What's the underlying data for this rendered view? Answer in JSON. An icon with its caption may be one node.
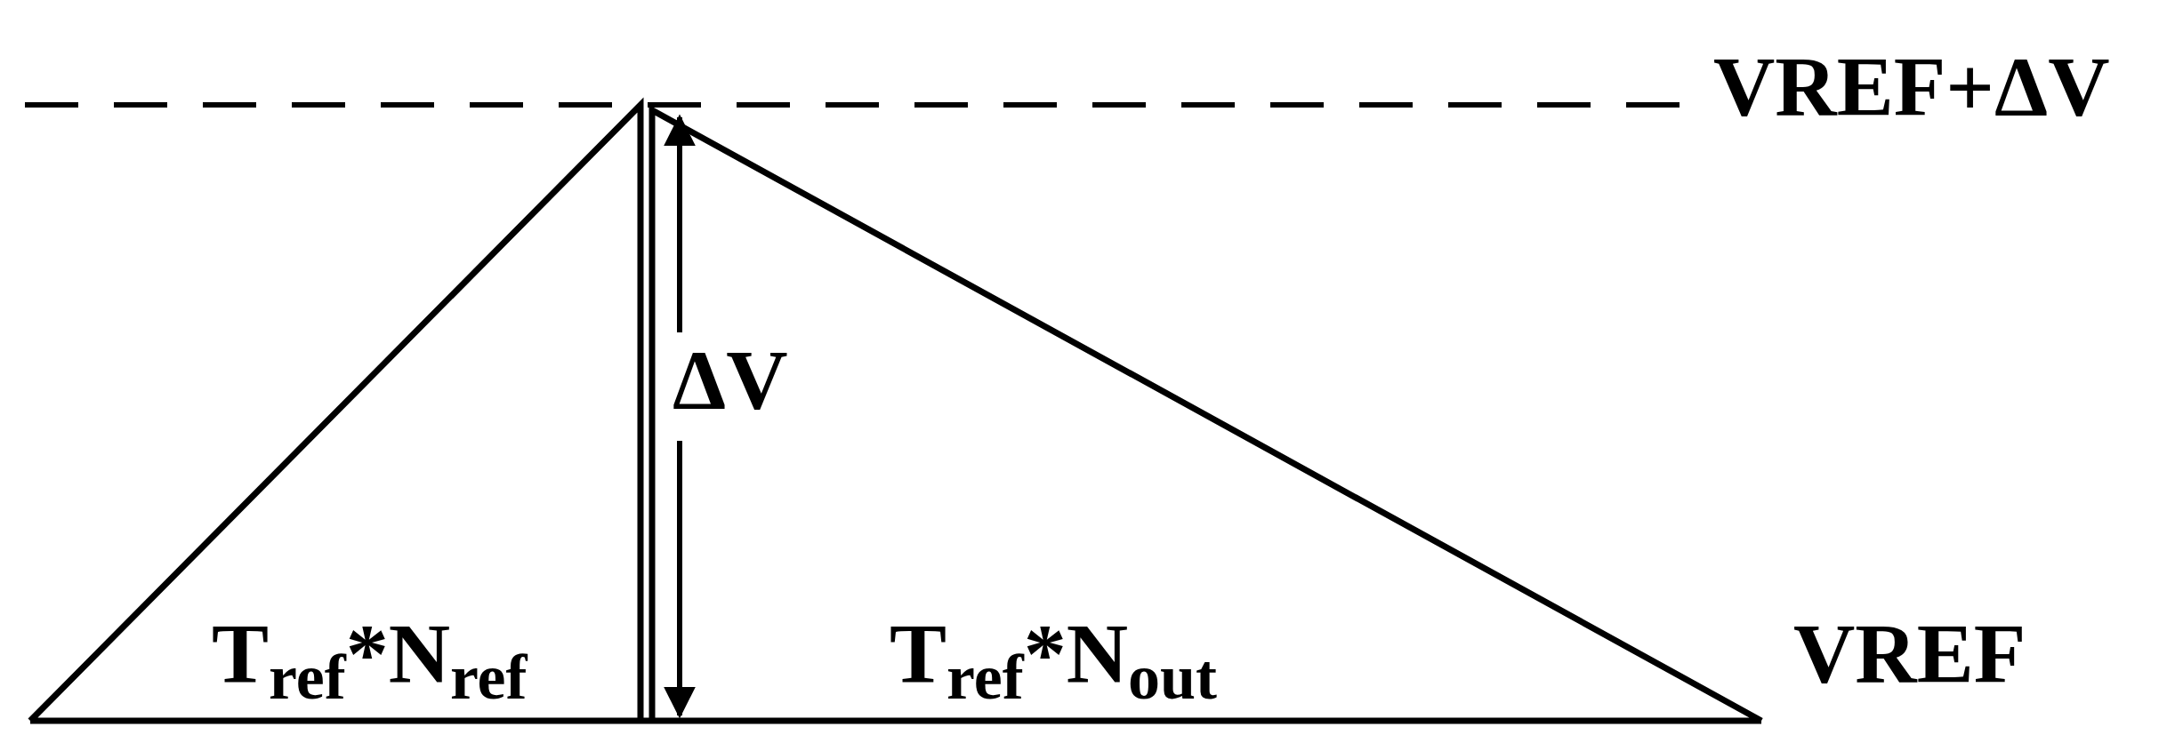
{
  "diagram": {
    "labels": [
      "VREF+ΔV",
      "ΔV",
      "T$_{ref}$*N$_{ref}$",
      "T$_{ref}$*N$_{out}$",
      "VREF"
    ]
  }
}
